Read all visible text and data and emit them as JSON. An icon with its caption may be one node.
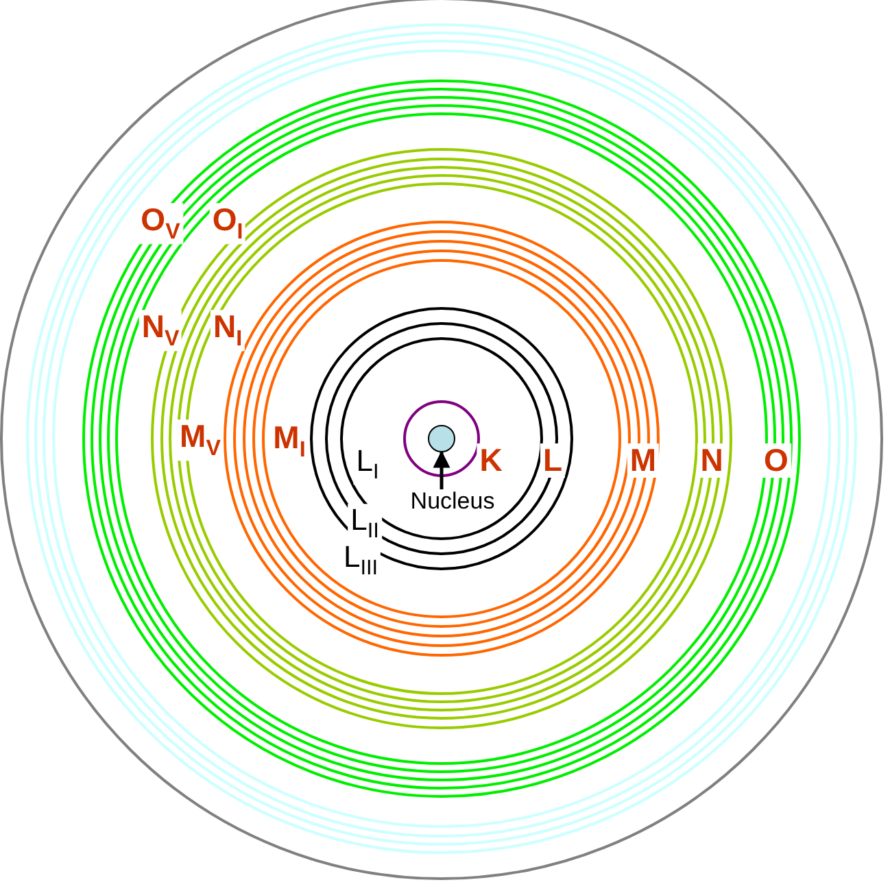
{
  "diagram": {
    "nodes": [
      {
        "text": [
          "Nucleus"
        ]
      },
      {
        "text": [],
        "shape": "circle"
      }
    ],
    "edges": [
      {
        "from": 0,
        "to": 1,
        "arrow": "to"
      }
    ],
    "labels": [
      "O$_{V}$",
      "O$_{I}$",
      "N$_{V}$",
      "N$_{I}$",
      "M$_{V}$",
      "M$_{I}$",
      "L$_{I}$",
      "K",
      "L",
      "M",
      "N",
      "O",
      "L$_{II}$",
      "L$_{III}$"
    ]
  }
}
